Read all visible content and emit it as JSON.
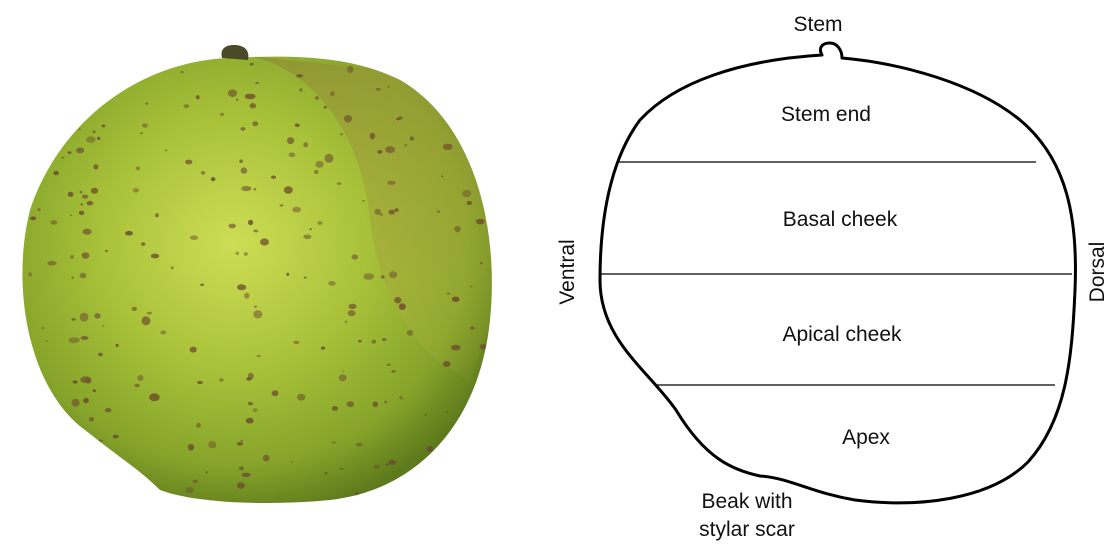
{
  "diagram": {
    "labels": {
      "stem": "Stem",
      "stem_end": "Stem end",
      "basal_cheek": "Basal cheek",
      "apical_cheek": "Apical cheek",
      "apex": "Apex",
      "ventral": "Ventral",
      "dorsal": "Dorsal",
      "beak_line1": "Beak with",
      "beak_line2": "stylar scar"
    }
  },
  "colors": {
    "fruit_base": "#8fae2c",
    "fruit_highlight": "#c7d94a",
    "fruit_shadow": "#5f7a1c",
    "blush": "#a89a3a",
    "speckle": "#6b4a2e",
    "stem": "#4a4a28",
    "outline": "#000000"
  }
}
